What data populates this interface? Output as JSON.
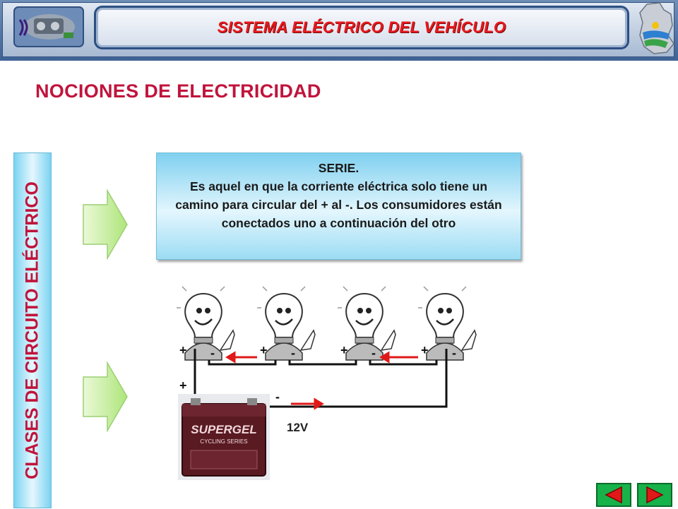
{
  "header": {
    "title": "SISTEMA ELÉCTRICO DEL VEHÍCULO",
    "logo_left_icon": "engine-icon",
    "logo_right_icon": "region-map-icon"
  },
  "section_title": "NOCIONES DE ELECTRICIDAD",
  "sidebar_label": "CLASES DE CIRCUITO ELÉCTRICO",
  "definition": {
    "heading": "SERIE.",
    "body": "Es aquel en que la corriente eléctrica solo tiene un camino para circular del + al -. Los consumidores están conectados uno a continuación del otro"
  },
  "diagram": {
    "battery_voltage": "12V",
    "battery_brand": "SUPERGEL",
    "battery_subtitle": "CYCLING SERIES",
    "plus_sign": "+",
    "minus_sign": "-",
    "bulb_count": 4
  },
  "navigation": {
    "prev_icon": "triangle-left-icon",
    "next_icon": "triangle-right-icon"
  },
  "colors": {
    "title_red": "#e8191d",
    "heading_crimson": "#c0143c",
    "box_cyan": "#7ad3f2",
    "arrow_green": "#c7f29a",
    "nav_green": "#17b24a",
    "nav_red": "#e01818",
    "current_arrow_red": "#e01818"
  }
}
